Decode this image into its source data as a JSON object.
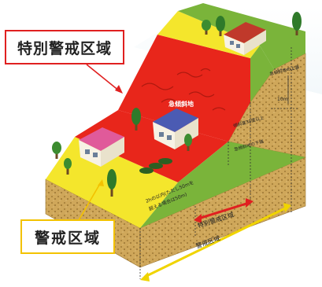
{
  "callouts": {
    "special_zone": "特別警戒区域",
    "warning_zone": "警戒区域"
  },
  "slope": {
    "steep_slope": "急傾斜地",
    "slope_top": "急傾斜地の上端",
    "height": "10m",
    "slope_angle": "傾斜度30度以上",
    "slope_bottom": "急傾斜地の下端",
    "distance_note_line1": "2hの以内(ただし50mを",
    "distance_note_line2": "超える場合は50m)"
  },
  "dimensions": {
    "special_zone_label": "特別警戒区域",
    "warning_zone_label": "警戒区域"
  },
  "colors": {
    "special_zone": "#e8261b",
    "warning_zone": "#f4e62c",
    "grass": "#7ab43a",
    "soil": "#c9a55b",
    "sky_gradient": "#d7e9f2"
  }
}
